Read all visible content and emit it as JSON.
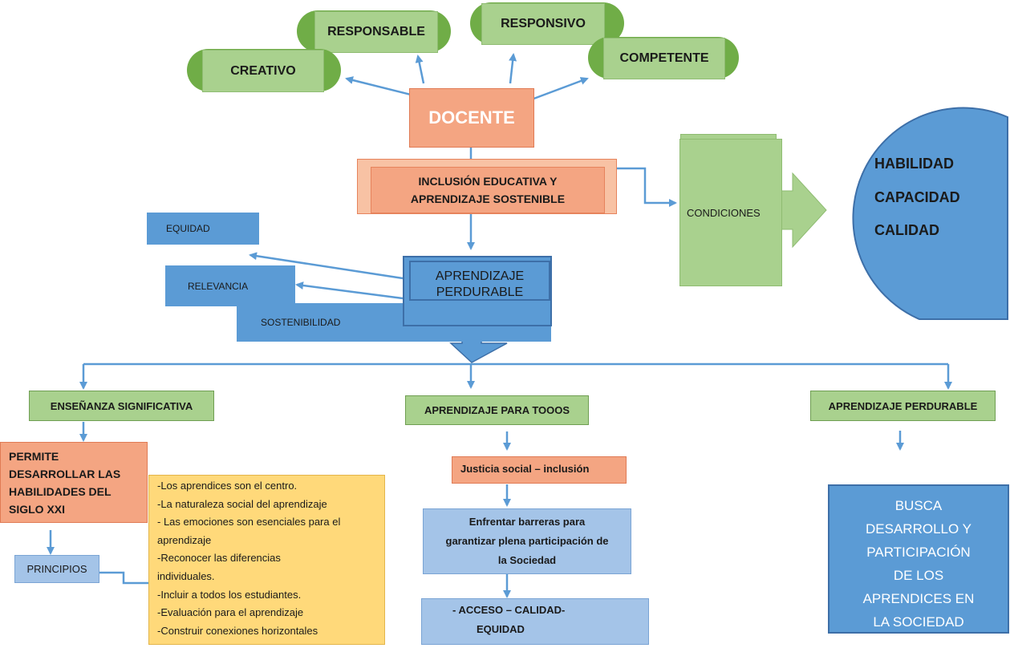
{
  "docente": "DOCENTE",
  "qualities": {
    "responsable": "RESPONSABLE",
    "responsivo": "RESPONSIVO",
    "creativo": "CREATIVO",
    "competente": "COMPETENTE"
  },
  "inclusion": [
    "INCLUSIÓN EDUCATIVA Y",
    "APRENDIZAJE SOSTENIBLE"
  ],
  "condiciones": "CONDICIONES",
  "circle_items": [
    "HABILIDAD",
    "CAPACIDAD",
    "CALIDAD"
  ],
  "aprendizaje_perdurable_top": [
    "APRENDIZAJE",
    "PERDURABLE"
  ],
  "left_blue": {
    "equidad": "EQUIDAD",
    "relevancia": "RELEVANCIA",
    "sostenibilidad": "SOSTENIBILIDAD"
  },
  "branches": {
    "ensenanza": "ENSEÑANZA SIGNIFICATIVA",
    "para_todos": "APRENDIZAJE PARA TOOOS",
    "perdurable": "APRENDIZAJE PERDURABLE"
  },
  "permite": [
    "PERMITE",
    "DESARROLLAR LAS",
    "HABILIDADES DEL",
    "SIGLO XXI"
  ],
  "principios": "PRINCIPIOS",
  "principios_list": [
    "-Los aprendices son el centro.",
    "-La naturaleza social del aprendizaje",
    "- Las emociones son esenciales para el",
    "aprendizaje",
    "-Reconocer las diferencias",
    "individuales.",
    "-Incluir a todos los estudiantes.",
    "-Evaluación para el aprendizaje",
    "-Construir conexiones horizontales"
  ],
  "justicia": "Justicia social – inclusión",
  "enfrentar": [
    "Enfrentar  barreras para",
    "garantizar plena participación de",
    "la Sociedad"
  ],
  "acceso": [
    "-      ACCESO – CALIDAD-",
    "EQUIDAD"
  ],
  "busca": [
    "BUSCA",
    "DESARROLLO Y",
    "PARTICIPACIÓN",
    "DE LOS",
    "APRENDICES EN",
    "LA SOCIEDAD"
  ],
  "colors": {
    "green_dark": "#70ad47",
    "green_light": "#a9d18e",
    "salmon": "#f4a582",
    "blue": "#5b9bd5",
    "light_blue": "#a4c4e8",
    "yellow": "#ffd97a",
    "connector": "#5b9bd5"
  }
}
